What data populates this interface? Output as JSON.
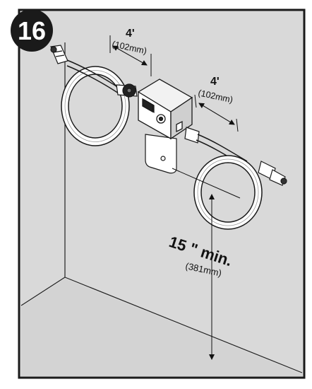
{
  "step": {
    "number": "16"
  },
  "dimensions": {
    "left": {
      "value": "4'",
      "metric": "(102mm)"
    },
    "right": {
      "value": "4'",
      "metric": "(102mm)"
    },
    "height": {
      "value": "15 \" min.",
      "metric": "(381mm)"
    }
  },
  "colors": {
    "wall": "#d8d8d8",
    "frame": "#1a1a1a",
    "badge": "#1a1a1a"
  }
}
